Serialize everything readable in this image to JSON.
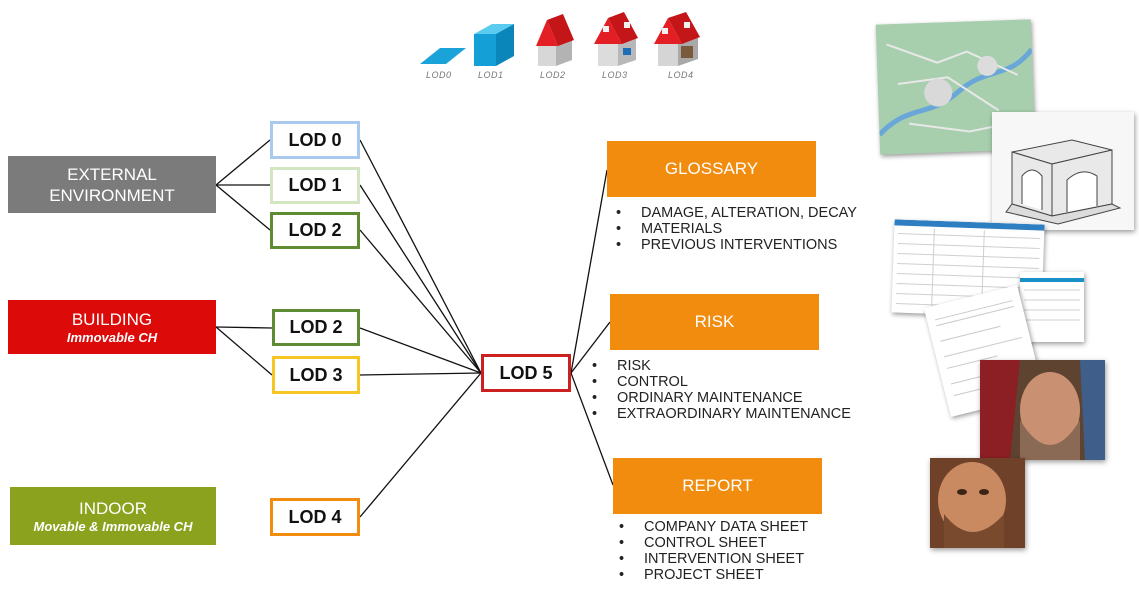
{
  "header": {
    "lod_labels": [
      "LOD0",
      "LOD1",
      "LOD2",
      "LOD3",
      "LOD4"
    ],
    "model_icons": [
      "lod0-flat-plane-icon",
      "lod1-block-icon",
      "lod2-roof-house-icon",
      "lod3-house-with-openings-icon",
      "lod4-house-interior-icon"
    ]
  },
  "categories": {
    "external": {
      "title": "EXTERNAL\nENVIRONMENT",
      "color": "#7b7b7b"
    },
    "building": {
      "title": "BUILDING",
      "subtitle": "Immovable CH",
      "color": "#dd0a0a"
    },
    "indoor": {
      "title": "INDOOR",
      "subtitle": "Movable & Immovable CH",
      "color": "#8ba21f"
    }
  },
  "lod_boxes": [
    {
      "label": "LOD 0",
      "border": "#a9c9ef"
    },
    {
      "label": "LOD 1",
      "border": "#d3e6c1"
    },
    {
      "label": "LOD 2",
      "border": "#5f8b35"
    },
    {
      "label": "LOD 2",
      "border": "#5f8b35"
    },
    {
      "label": "LOD 3",
      "border": "#f6c624"
    },
    {
      "label": "LOD 4",
      "border": "#f28c0f"
    }
  ],
  "center": {
    "label": "LOD 5",
    "border": "#cc1f1f"
  },
  "sections": {
    "glossary": {
      "title": "GLOSSARY",
      "items": [
        "DAMAGE, ALTERATION, DECAY",
        "MATERIALS",
        "PREVIOUS INTERVENTIONS"
      ]
    },
    "risk": {
      "title": "RISK",
      "items": [
        "RISK",
        "CONTROL",
        "ORDINARY MAINTENANCE",
        "EXTRAORDINARY MAINTENANCE"
      ]
    },
    "report": {
      "title": "REPORT",
      "items": [
        "COMPANY DATA SHEET",
        "CONTROL SHEET",
        "INTERVENTION SHEET",
        "PROJECT SHEET"
      ]
    }
  },
  "colors": {
    "orange": "#f28c0f",
    "line": "#111111"
  }
}
